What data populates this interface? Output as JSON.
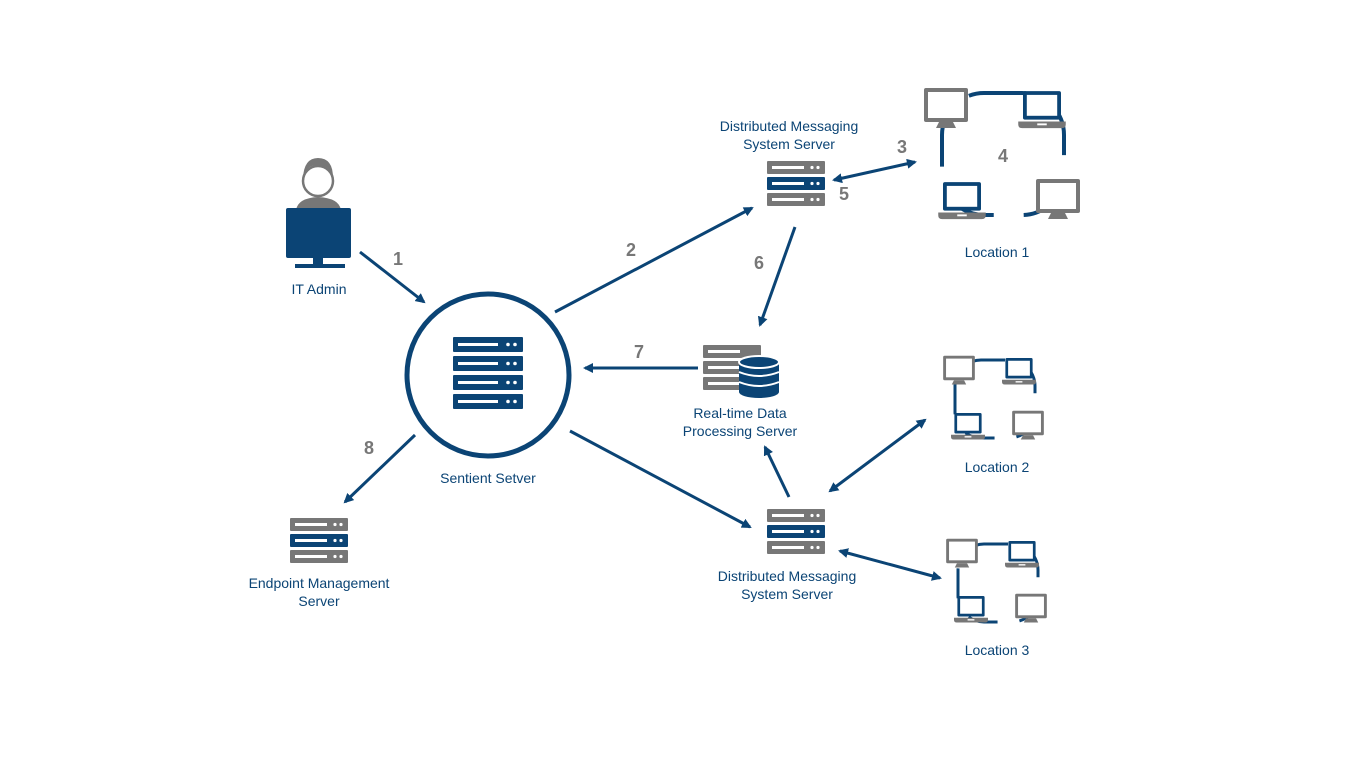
{
  "colors": {
    "primary": "#0b4475",
    "gray": "#777777",
    "background": "#ffffff"
  },
  "nodes": {
    "it_admin": {
      "label": "IT Admin",
      "icon": "user-at-computer-icon"
    },
    "sentient": {
      "label": "Sentient Setver",
      "icon": "server-icon"
    },
    "dms_top": {
      "label_line1": "Distributed Messaging",
      "label_line2": "System Server",
      "icon": "server-icon"
    },
    "realtime": {
      "label_line1": "Real-time Data",
      "label_line2": "Processing Server",
      "icon": "server-database-icon"
    },
    "dms_bottom": {
      "label_line1": "Distributed Messaging",
      "label_line2": "System Server",
      "icon": "server-icon"
    },
    "endpoint": {
      "label_line1": "Endpoint Management",
      "label_line2": "Server",
      "icon": "server-icon"
    }
  },
  "locations": [
    {
      "label": "Location 1"
    },
    {
      "label": "Location 2"
    },
    {
      "label": "Location 3"
    }
  ],
  "steps": [
    "1",
    "2",
    "3",
    "4",
    "5",
    "6",
    "7",
    "8"
  ]
}
